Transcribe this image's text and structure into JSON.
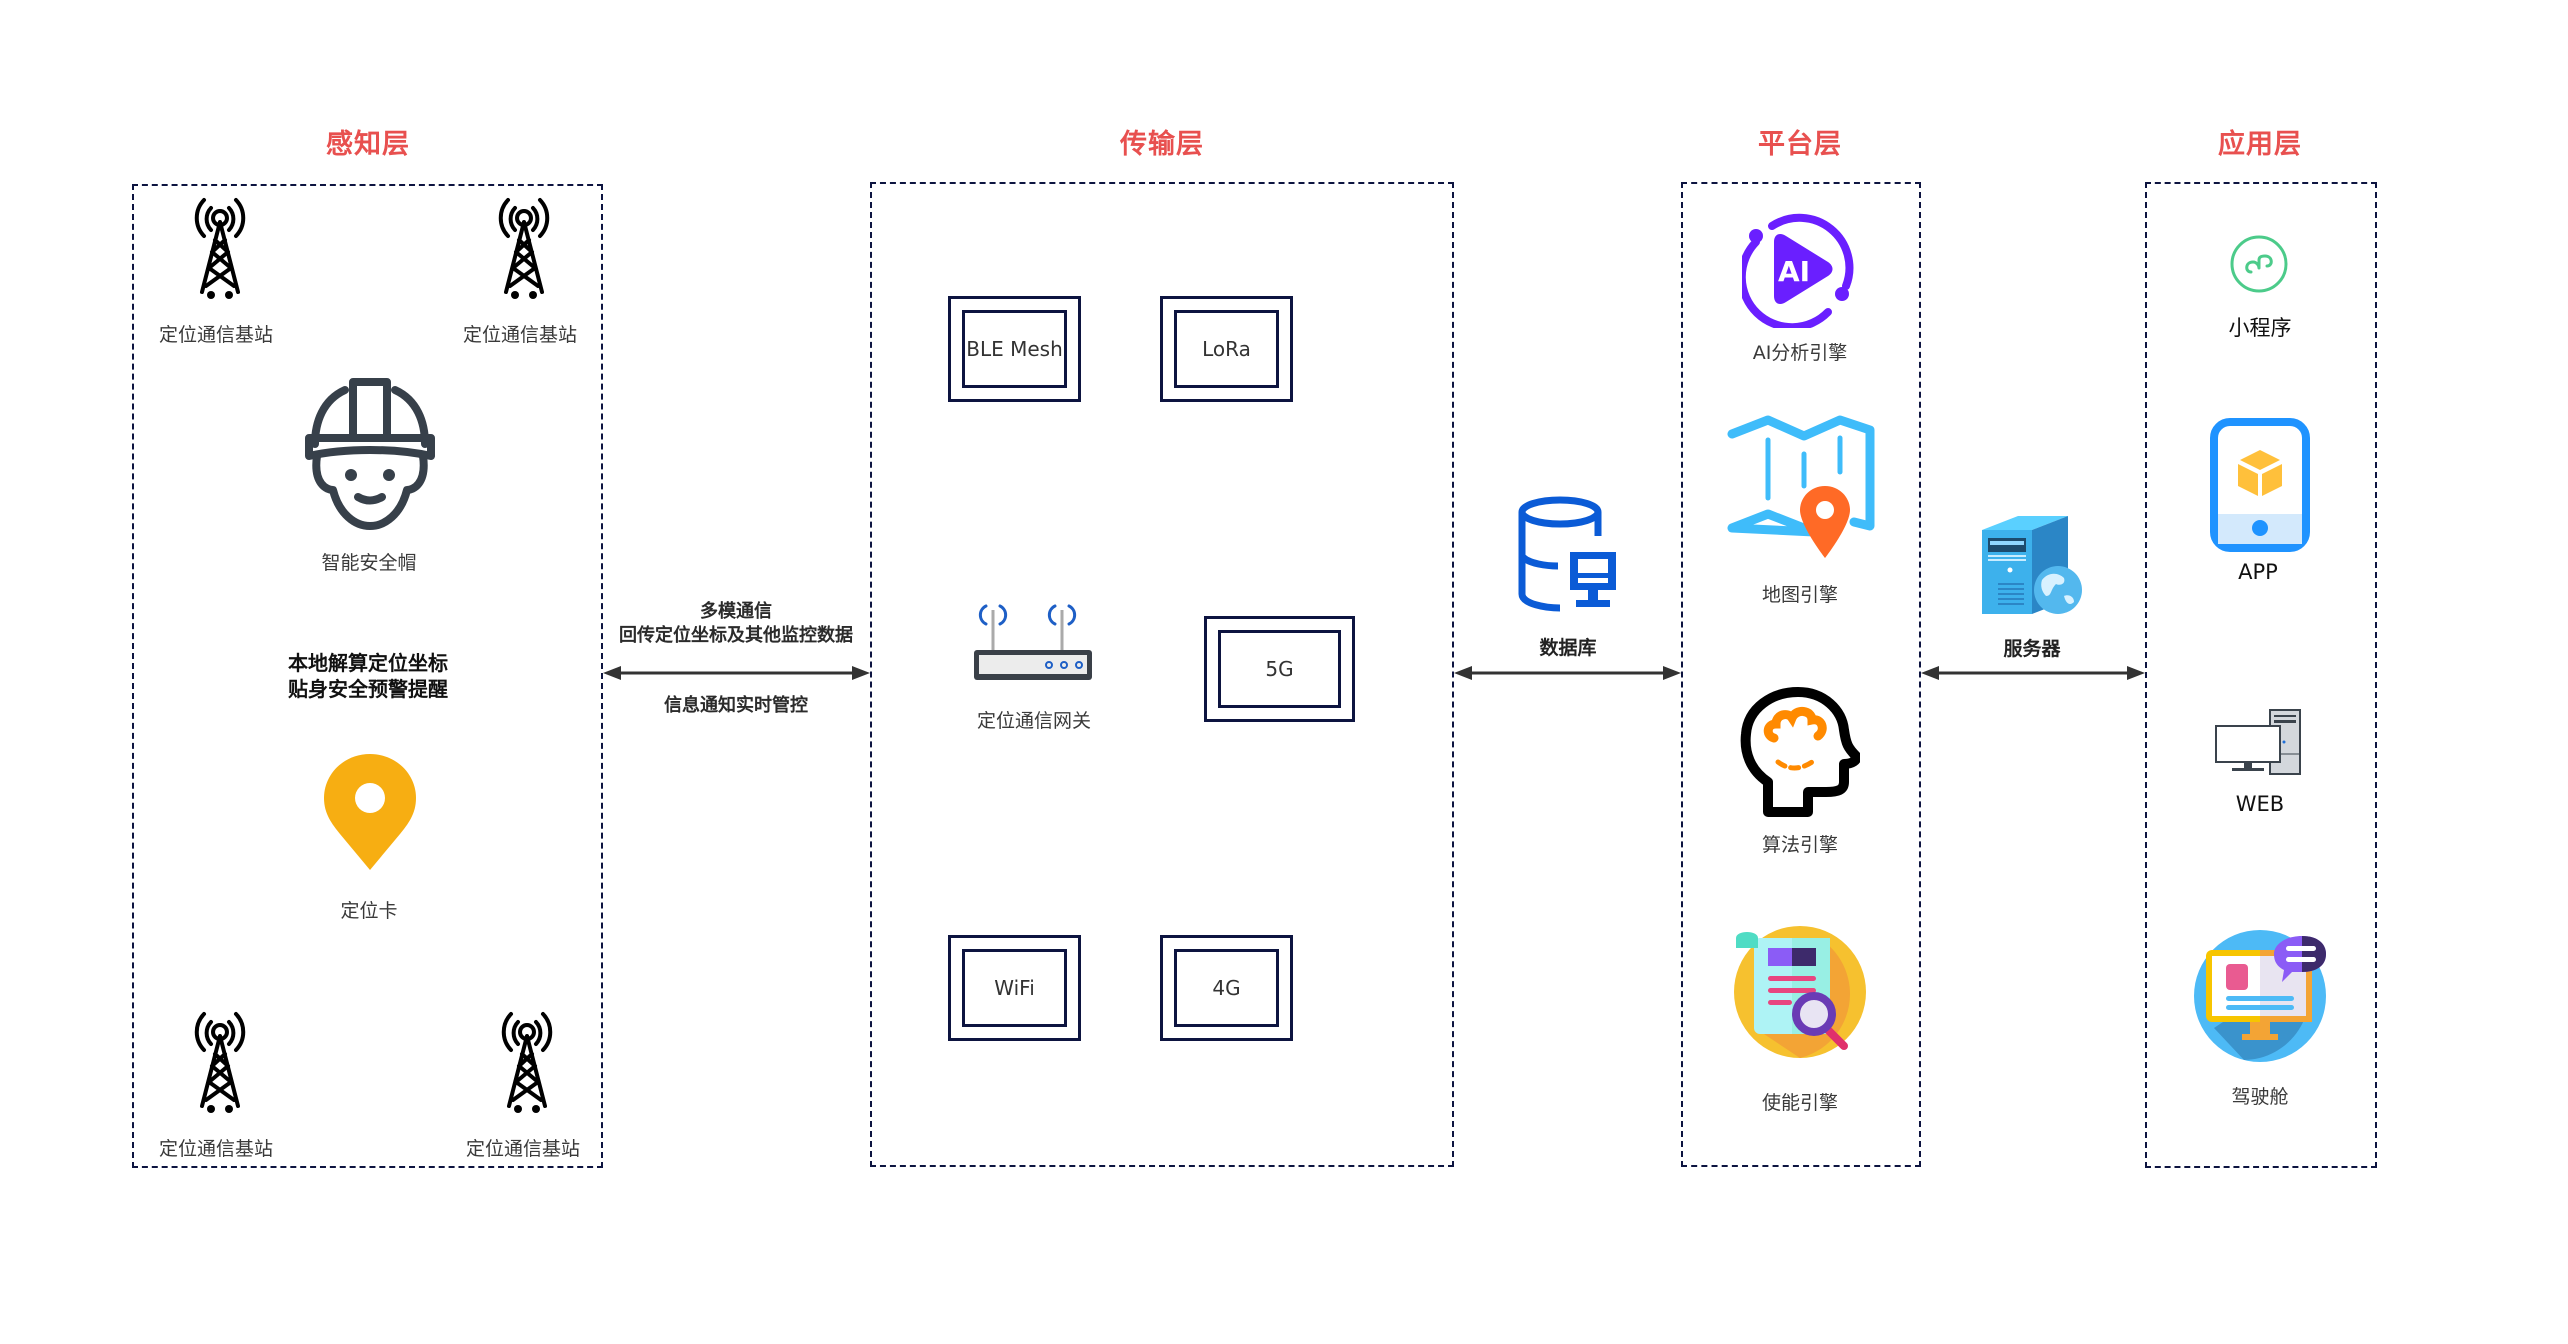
{
  "layers": {
    "perception": {
      "title": "感知层",
      "base_station_label": "定位通信基站",
      "helmet_label": "智能安全帽",
      "local_note_line1": "本地解算定位坐标",
      "local_note_line2": "贴身安全预警提醒",
      "tag_label": "定位卡"
    },
    "transmission": {
      "title": "传输层",
      "protocols": [
        "BLE Mesh",
        "LoRa",
        "5G",
        "WiFi",
        "4G"
      ],
      "gateway_label": "定位通信网关"
    },
    "platform": {
      "title": "平台层",
      "engines": [
        "AI分析引擎",
        "地图引擎",
        "算法引擎",
        "使能引擎"
      ]
    },
    "application": {
      "title": "应用层",
      "apps": [
        "小程序",
        "APP",
        "WEB",
        "驾驶舱"
      ]
    }
  },
  "links": {
    "perception_transmission": {
      "top_line1": "多模通信",
      "top_line2": "回传定位坐标及其他监控数据",
      "bottom": "信息通知实时管控"
    },
    "database_label": "数据库",
    "server_label": "服务器"
  },
  "colors": {
    "title": "#e8504f",
    "border": "#0d1440",
    "location_pin": "#f7ae12",
    "ai_purple": "#6a1fff",
    "map_blue": "#3fbcfa",
    "map_pin": "#ff6a26",
    "db_blue": "#0b5bd6",
    "miniprogram_green": "#4ccb8a",
    "app_blue": "#1f93ff"
  }
}
